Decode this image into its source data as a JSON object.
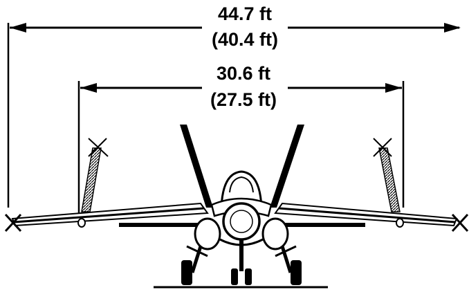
{
  "dimensions": {
    "outer": {
      "primary": "44.7 ft",
      "secondary": "(40.4 ft)"
    },
    "inner": {
      "primary": "30.6 ft",
      "secondary": "(27.5 ft)"
    }
  }
}
